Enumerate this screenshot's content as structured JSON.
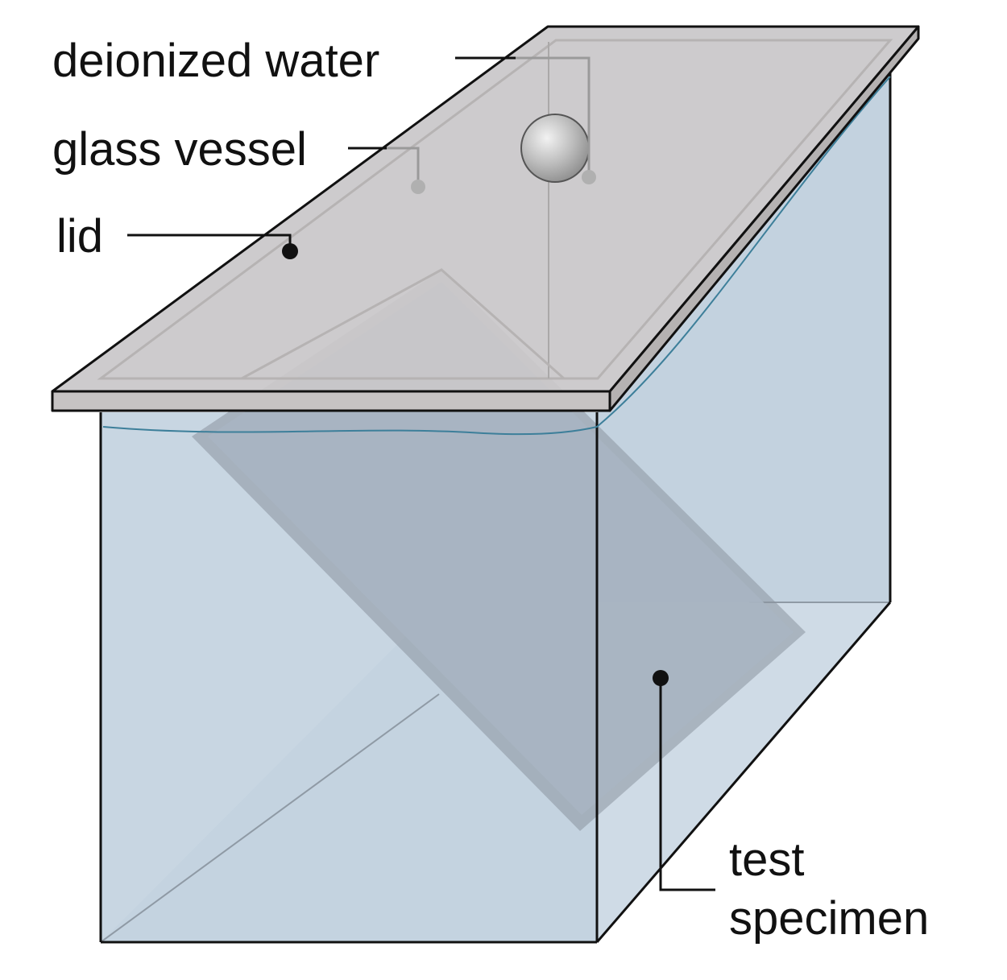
{
  "labels": {
    "deionized_water": "deionized water",
    "glass_vessel": "glass vessel",
    "lid": "lid",
    "test_specimen_line1": "test",
    "test_specimen_line2": "specimen"
  },
  "colors": {
    "water_fill": "#c3d2df",
    "water_floor": "#cfdbe6",
    "water_surface_line": "#3d7f9a",
    "specimen_fill": "#a9b5c2",
    "specimen_edge": "#8a949e",
    "lid_fill": "#c9c7c9",
    "lid_edge": "#bfbcbc",
    "outline": "#111111",
    "sphere": "#b9b9b9"
  }
}
